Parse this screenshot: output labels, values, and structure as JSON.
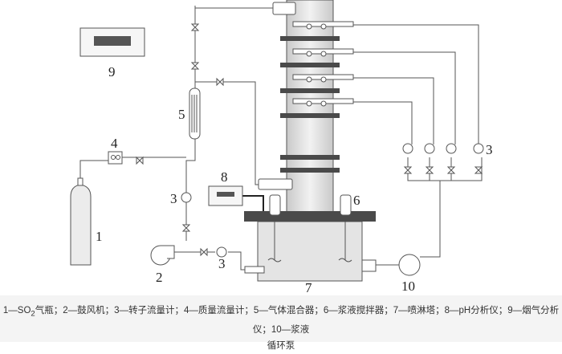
{
  "labels": {
    "cylinder": "1",
    "blower": "2",
    "rotameter": "3",
    "mass_flowmeter": "4",
    "gas_mixer": "5",
    "stirrer": "6",
    "spray_tower": "7",
    "ph_analyzer": "8",
    "flue_gas_analyzer": "9",
    "pump": "10"
  },
  "caption": {
    "line1_pre": "1—SO",
    "line1_sub": "2",
    "line1_post": "气瓶；2—鼓风机；3—转子流量计；4—质量流量计；5—气体混合器；6—浆液搅拌器；7—喷淋塔；8—pH分析仪；9—烟气分析仪；10—浆液",
    "line2": "循环泵"
  }
}
